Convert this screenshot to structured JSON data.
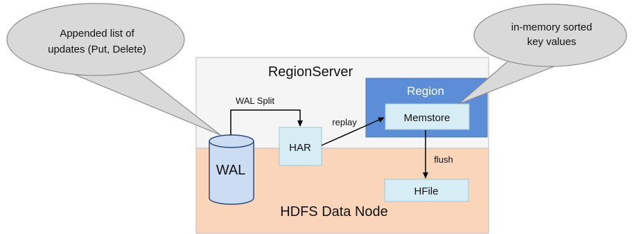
{
  "callouts": {
    "left": {
      "line1": "Appended list of",
      "line2": "updates (Put, Delete)"
    },
    "right": {
      "line1": "in-memory sorted",
      "line2": "key values"
    }
  },
  "regionserver": {
    "title": "RegionServer"
  },
  "hdfs": {
    "title": "HDFS Data Node"
  },
  "region": {
    "title": "Region"
  },
  "memstore": {
    "label": "Memstore"
  },
  "hfile": {
    "label": "HFile"
  },
  "har": {
    "label": "HAR"
  },
  "wal": {
    "label": "WAL"
  },
  "edges": {
    "wal_split": "WAL Split",
    "replay": "replay",
    "flush": "flush"
  },
  "colors": {
    "regionserver_bg": "#F5F5F5",
    "hdfs_bg": "#FAD5B9",
    "region_bg": "#5B8ED6",
    "box_fill": "#D6EDF5",
    "wal_fill": "#CCDDF3",
    "callout_fill": "#D9D9D9"
  }
}
